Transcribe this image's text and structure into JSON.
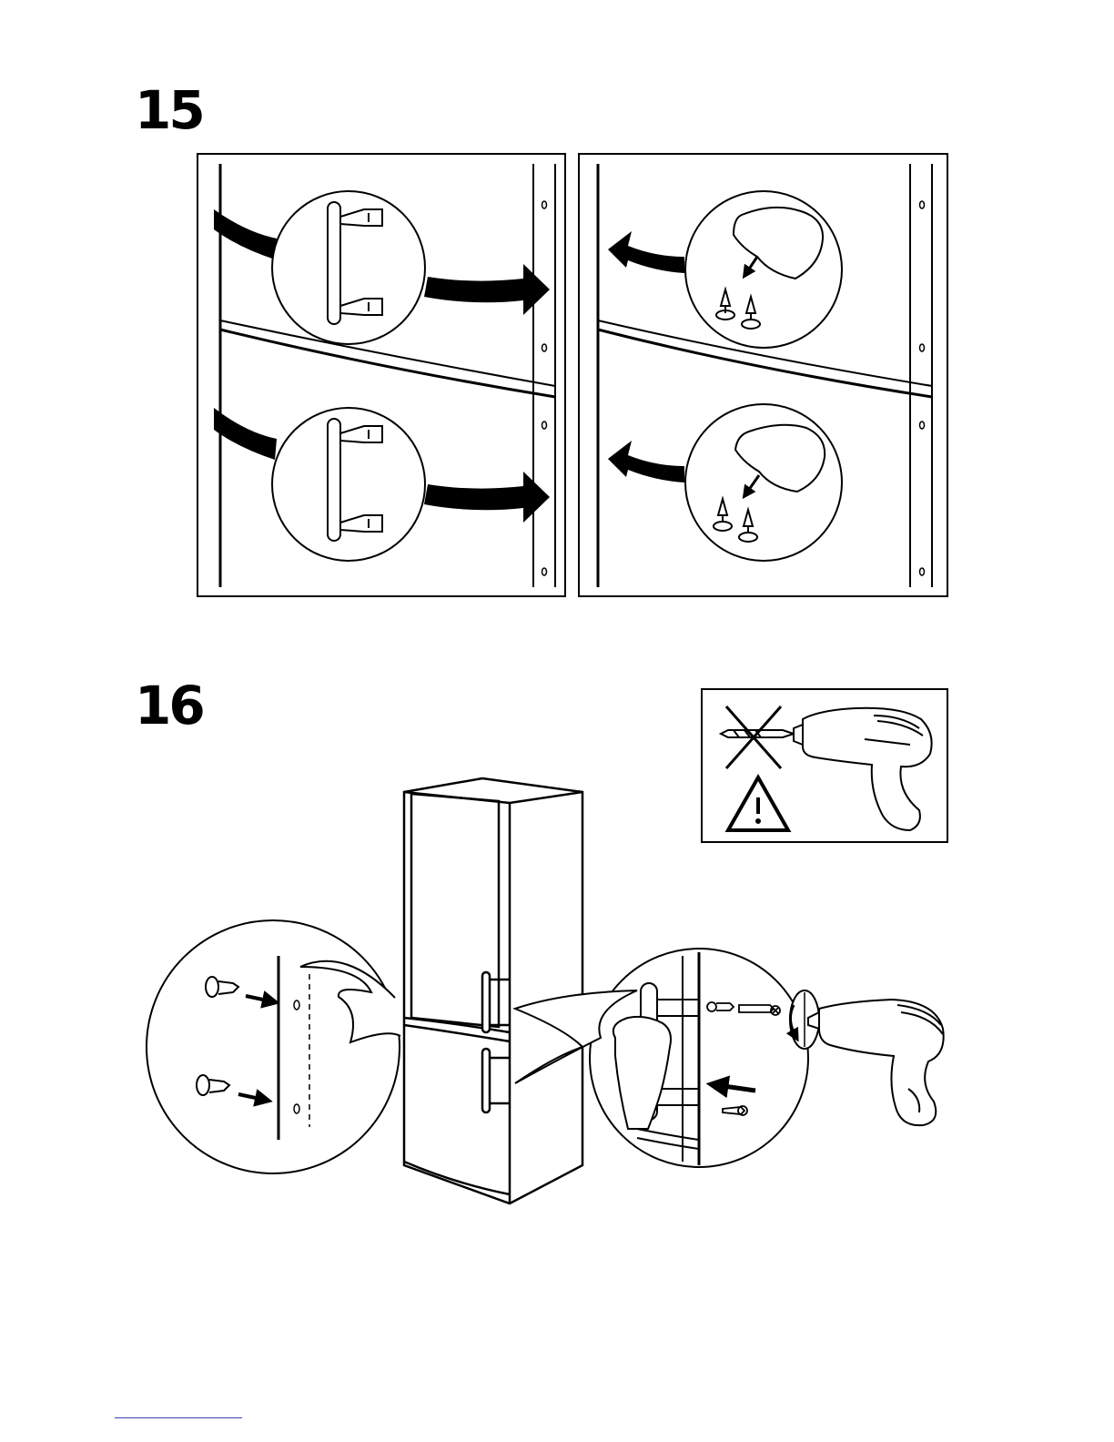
{
  "page": {
    "background": "#ffffff",
    "ink": "#000000",
    "footer_line_color": "#3344aa"
  },
  "steps": [
    {
      "number": "15",
      "panels": [
        "remove-handles-panel",
        "insert-plugs-panel"
      ]
    },
    {
      "number": "16",
      "panels": [
        "no-drilling-warning-panel",
        "mount-handles-scene"
      ]
    }
  ],
  "icons": {
    "warning": "warning-triangle-icon",
    "no_drill": "crossed-drill-bit-icon",
    "drill": "cordless-screwdriver-icon"
  }
}
